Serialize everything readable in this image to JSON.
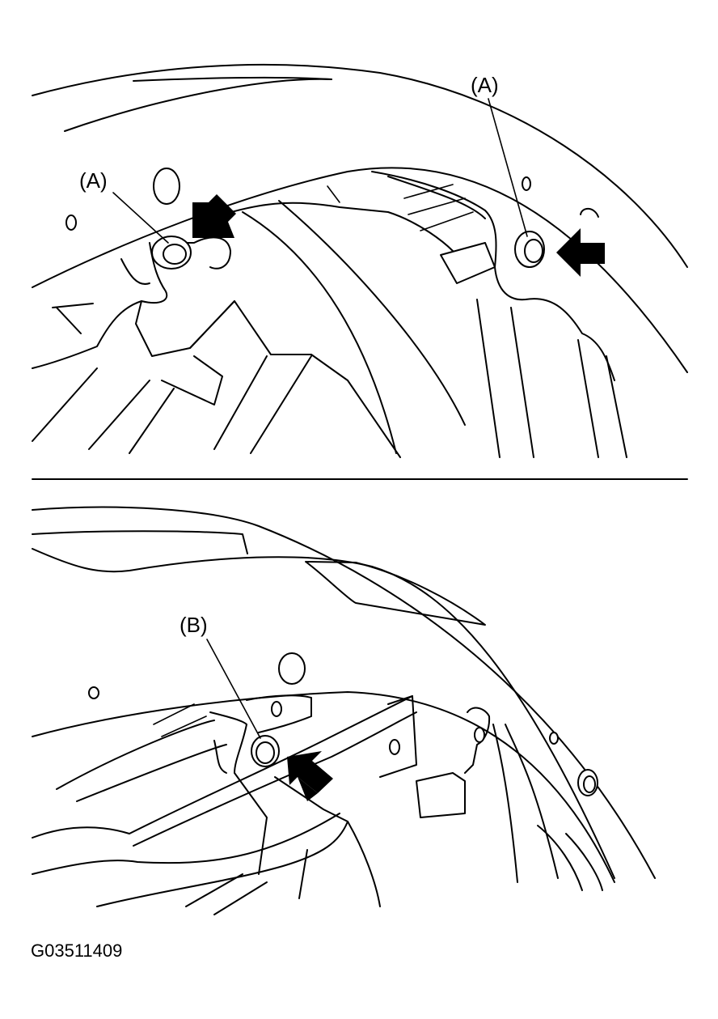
{
  "labels": {
    "top_left_callout": "(A)",
    "top_right_callout": "(A)",
    "bottom_callout": "(B)"
  },
  "figure_code": "G03511409",
  "colors": {
    "ink": "#000000",
    "paper": "#ffffff"
  }
}
